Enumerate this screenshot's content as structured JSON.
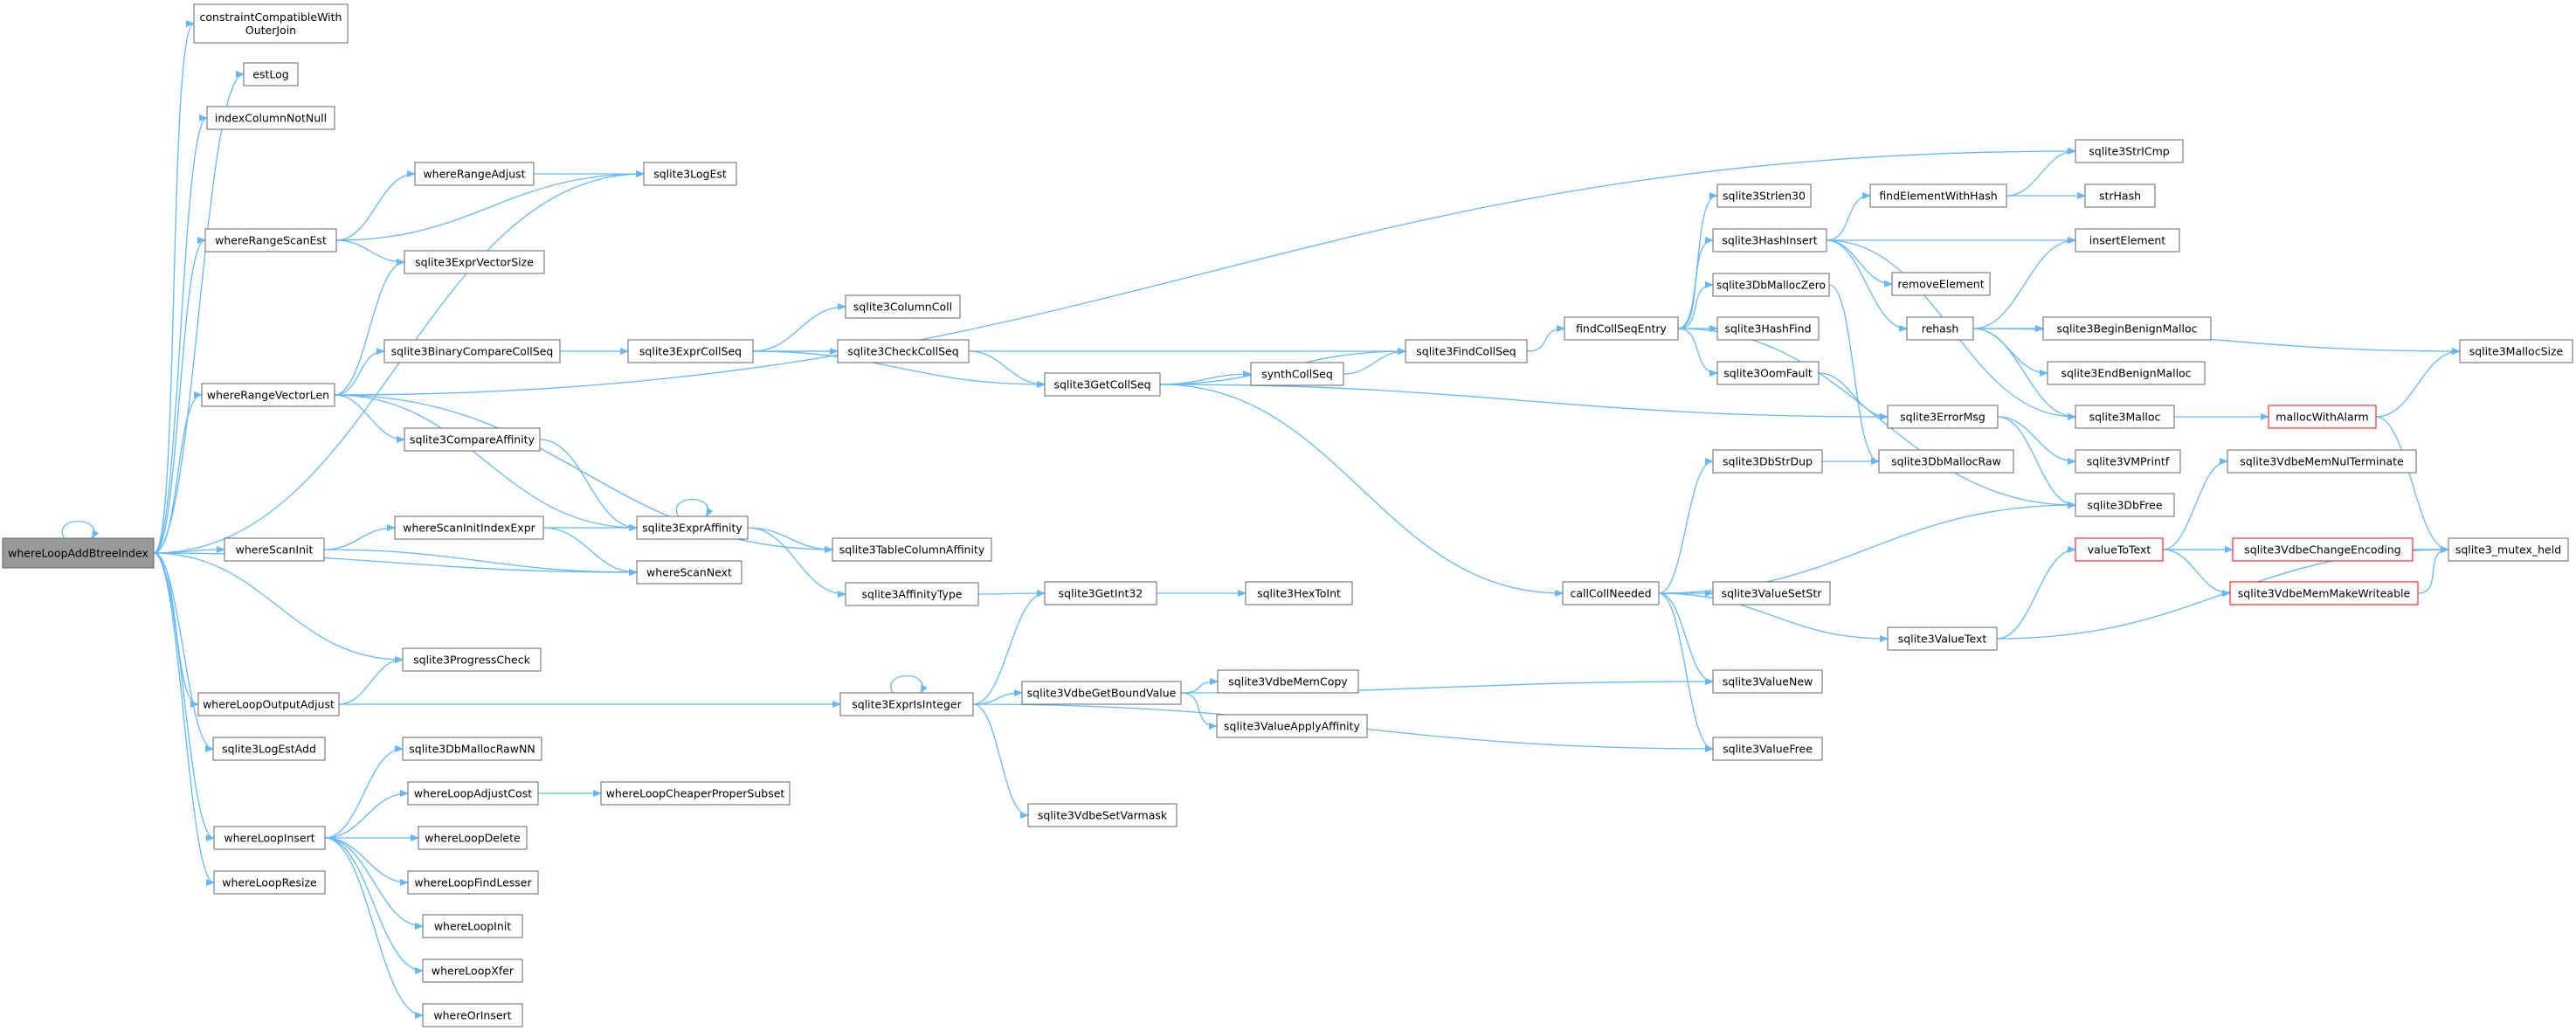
{
  "colors": {
    "edge": "#63b8ff",
    "node_border": "#666666",
    "node_fill": "#ffffff",
    "highlight_fill": "#999999",
    "truncated_border": "#ff0000",
    "text": "#000000"
  },
  "nodes": [
    {
      "id": "whereLoopAddBtreeIndex",
      "lines": [
        "whereLoopAddBtreeIndex"
      ],
      "style": "highlight"
    },
    {
      "id": "constraintCompatibleWithOuterJoin",
      "lines": [
        "constraintCompatibleWith",
        "OuterJoin"
      ]
    },
    {
      "id": "estLog",
      "lines": [
        "estLog"
      ]
    },
    {
      "id": "indexColumnNotNull",
      "lines": [
        "indexColumnNotNull"
      ]
    },
    {
      "id": "whereRangeAdjust",
      "lines": [
        "whereRangeAdjust"
      ]
    },
    {
      "id": "sqlite3LogEst",
      "lines": [
        "sqlite3LogEst"
      ]
    },
    {
      "id": "whereRangeScanEst",
      "lines": [
        "whereRangeScanEst"
      ]
    },
    {
      "id": "sqlite3ExprVectorSize",
      "lines": [
        "sqlite3ExprVectorSize"
      ]
    },
    {
      "id": "whereRangeVectorLen",
      "lines": [
        "whereRangeVectorLen"
      ]
    },
    {
      "id": "sqlite3BinaryCompareCollSeq",
      "lines": [
        "sqlite3BinaryCompareCollSeq"
      ]
    },
    {
      "id": "sqlite3CompareAffinity",
      "lines": [
        "sqlite3CompareAffinity"
      ]
    },
    {
      "id": "whereScanInit",
      "lines": [
        "whereScanInit"
      ]
    },
    {
      "id": "whereScanInitIndexExpr",
      "lines": [
        "whereScanInitIndexExpr"
      ]
    },
    {
      "id": "sqlite3ExprAffinity",
      "lines": [
        "sqlite3ExprAffinity"
      ]
    },
    {
      "id": "whereScanNext",
      "lines": [
        "whereScanNext"
      ]
    },
    {
      "id": "sqlite3TableColumnAffinity",
      "lines": [
        "sqlite3TableColumnAffinity"
      ]
    },
    {
      "id": "sqlite3AffinityType",
      "lines": [
        "sqlite3AffinityType"
      ]
    },
    {
      "id": "sqlite3ExprCollSeq",
      "lines": [
        "sqlite3ExprCollSeq"
      ]
    },
    {
      "id": "sqlite3ColumnColl",
      "lines": [
        "sqlite3ColumnColl"
      ]
    },
    {
      "id": "sqlite3CheckCollSeq",
      "lines": [
        "sqlite3CheckCollSeq"
      ]
    },
    {
      "id": "sqlite3GetCollSeq",
      "lines": [
        "sqlite3GetCollSeq"
      ]
    },
    {
      "id": "synthCollSeq",
      "lines": [
        "synthCollSeq"
      ]
    },
    {
      "id": "sqlite3FindCollSeq",
      "lines": [
        "sqlite3FindCollSeq"
      ]
    },
    {
      "id": "findCollSeqEntry",
      "lines": [
        "findCollSeqEntry"
      ]
    },
    {
      "id": "sqlite3Strlen30",
      "lines": [
        "sqlite3Strlen30"
      ]
    },
    {
      "id": "sqlite3HashInsert",
      "lines": [
        "sqlite3HashInsert"
      ]
    },
    {
      "id": "sqlite3DbMallocZero",
      "lines": [
        "sqlite3DbMallocZero"
      ]
    },
    {
      "id": "sqlite3HashFind",
      "lines": [
        "sqlite3HashFind"
      ]
    },
    {
      "id": "sqlite3OomFault",
      "lines": [
        "sqlite3OomFault"
      ]
    },
    {
      "id": "findElementWithHash",
      "lines": [
        "findElementWithHash"
      ]
    },
    {
      "id": "removeElement",
      "lines": [
        "removeElement"
      ]
    },
    {
      "id": "rehash",
      "lines": [
        "rehash"
      ]
    },
    {
      "id": "sqlite3StrICmp",
      "lines": [
        "sqlite3StrICmp"
      ]
    },
    {
      "id": "strHash",
      "lines": [
        "strHash"
      ]
    },
    {
      "id": "insertElement",
      "lines": [
        "insertElement"
      ]
    },
    {
      "id": "sqlite3BeginBenignMalloc",
      "lines": [
        "sqlite3BeginBenignMalloc"
      ]
    },
    {
      "id": "sqlite3EndBenignMalloc",
      "lines": [
        "sqlite3EndBenignMalloc"
      ]
    },
    {
      "id": "sqlite3Malloc",
      "lines": [
        "sqlite3Malloc"
      ]
    },
    {
      "id": "sqlite3MallocSize",
      "lines": [
        "sqlite3MallocSize"
      ]
    },
    {
      "id": "mallocWithAlarm",
      "lines": [
        "mallocWithAlarm"
      ],
      "style": "truncated"
    },
    {
      "id": "sqlite3ErrorMsg",
      "lines": [
        "sqlite3ErrorMsg"
      ]
    },
    {
      "id": "sqlite3VMPrintf",
      "lines": [
        "sqlite3VMPrintf"
      ]
    },
    {
      "id": "sqlite3DbStrDup",
      "lines": [
        "sqlite3DbStrDup"
      ]
    },
    {
      "id": "sqlite3DbMallocRaw",
      "lines": [
        "sqlite3DbMallocRaw"
      ]
    },
    {
      "id": "sqlite3DbFree",
      "lines": [
        "sqlite3DbFree"
      ]
    },
    {
      "id": "sqlite3VdbeMemNulTerminate",
      "lines": [
        "sqlite3VdbeMemNulTerminate"
      ]
    },
    {
      "id": "valueToText",
      "lines": [
        "valueToText"
      ],
      "style": "truncated"
    },
    {
      "id": "sqlite3VdbeChangeEncoding",
      "lines": [
        "sqlite3VdbeChangeEncoding"
      ],
      "style": "truncated"
    },
    {
      "id": "sqlite3_mutex_held",
      "lines": [
        "sqlite3_mutex_held"
      ]
    },
    {
      "id": "sqlite3VdbeMemMakeWriteable",
      "lines": [
        "sqlite3VdbeMemMakeWriteable"
      ],
      "style": "truncated"
    },
    {
      "id": "callCollNeeded",
      "lines": [
        "callCollNeeded"
      ]
    },
    {
      "id": "sqlite3ValueSetStr",
      "lines": [
        "sqlite3ValueSetStr"
      ]
    },
    {
      "id": "sqlite3ValueText",
      "lines": [
        "sqlite3ValueText"
      ]
    },
    {
      "id": "sqlite3ValueNew",
      "lines": [
        "sqlite3ValueNew"
      ]
    },
    {
      "id": "sqlite3ValueFree",
      "lines": [
        "sqlite3ValueFree"
      ]
    },
    {
      "id": "sqlite3GetInt32",
      "lines": [
        "sqlite3GetInt32"
      ]
    },
    {
      "id": "sqlite3HexToInt",
      "lines": [
        "sqlite3HexToInt"
      ]
    },
    {
      "id": "sqlite3ProgressCheck",
      "lines": [
        "sqlite3ProgressCheck"
      ]
    },
    {
      "id": "whereLoopOutputAdjust",
      "lines": [
        "whereLoopOutputAdjust"
      ]
    },
    {
      "id": "sqlite3ExprIsInteger",
      "lines": [
        "sqlite3ExprIsInteger"
      ]
    },
    {
      "id": "sqlite3VdbeGetBoundValue",
      "lines": [
        "sqlite3VdbeGetBoundValue"
      ]
    },
    {
      "id": "sqlite3VdbeMemCopy",
      "lines": [
        "sqlite3VdbeMemCopy"
      ]
    },
    {
      "id": "sqlite3ValueApplyAffinity",
      "lines": [
        "sqlite3ValueApplyAffinity"
      ]
    },
    {
      "id": "sqlite3VdbeSetVarmask",
      "lines": [
        "sqlite3VdbeSetVarmask"
      ]
    },
    {
      "id": "sqlite3LogEstAdd",
      "lines": [
        "sqlite3LogEstAdd"
      ]
    },
    {
      "id": "sqlite3DbMallocRawNN",
      "lines": [
        "sqlite3DbMallocRawNN"
      ]
    },
    {
      "id": "whereLoopAdjustCost",
      "lines": [
        "whereLoopAdjustCost"
      ]
    },
    {
      "id": "whereLoopCheaperProperSubset",
      "lines": [
        "whereLoopCheaperProperSubset"
      ]
    },
    {
      "id": "whereLoopInsert",
      "lines": [
        "whereLoopInsert"
      ]
    },
    {
      "id": "whereLoopDelete",
      "lines": [
        "whereLoopDelete"
      ]
    },
    {
      "id": "whereLoopFindLesser",
      "lines": [
        "whereLoopFindLesser"
      ]
    },
    {
      "id": "whereLoopResize",
      "lines": [
        "whereLoopResize"
      ]
    },
    {
      "id": "whereLoopInit",
      "lines": [
        "whereLoopInit"
      ]
    },
    {
      "id": "whereLoopXfer",
      "lines": [
        "whereLoopXfer"
      ]
    },
    {
      "id": "whereOrInsert",
      "lines": [
        "whereOrInsert"
      ]
    }
  ],
  "edges": [
    [
      "whereLoopAddBtreeIndex",
      "whereLoopAddBtreeIndex"
    ],
    [
      "whereLoopAddBtreeIndex",
      "constraintCompatibleWithOuterJoin"
    ],
    [
      "whereLoopAddBtreeIndex",
      "estLog"
    ],
    [
      "whereLoopAddBtreeIndex",
      "indexColumnNotNull"
    ],
    [
      "whereLoopAddBtreeIndex",
      "sqlite3LogEst"
    ],
    [
      "whereLoopAddBtreeIndex",
      "whereRangeScanEst"
    ],
    [
      "whereLoopAddBtreeIndex",
      "whereRangeVectorLen"
    ],
    [
      "whereLoopAddBtreeIndex",
      "whereScanInit"
    ],
    [
      "whereLoopAddBtreeIndex",
      "whereScanNext"
    ],
    [
      "whereLoopAddBtreeIndex",
      "sqlite3ProgressCheck"
    ],
    [
      "whereLoopAddBtreeIndex",
      "whereLoopOutputAdjust"
    ],
    [
      "whereLoopAddBtreeIndex",
      "sqlite3LogEstAdd"
    ],
    [
      "whereLoopAddBtreeIndex",
      "whereLoopInsert"
    ],
    [
      "whereLoopAddBtreeIndex",
      "whereLoopResize"
    ],
    [
      "whereRangeScanEst",
      "whereRangeAdjust"
    ],
    [
      "whereRangeScanEst",
      "sqlite3LogEst"
    ],
    [
      "whereRangeScanEst",
      "sqlite3ExprVectorSize"
    ],
    [
      "whereRangeAdjust",
      "sqlite3LogEst"
    ],
    [
      "whereRangeVectorLen",
      "sqlite3ExprVectorSize"
    ],
    [
      "whereRangeVectorLen",
      "sqlite3StrICmp"
    ],
    [
      "whereRangeVectorLen",
      "sqlite3BinaryCompareCollSeq"
    ],
    [
      "whereRangeVectorLen",
      "sqlite3CompareAffinity"
    ],
    [
      "whereRangeVectorLen",
      "sqlite3ExprAffinity"
    ],
    [
      "whereRangeVectorLen",
      "sqlite3TableColumnAffinity"
    ],
    [
      "sqlite3BinaryCompareCollSeq",
      "sqlite3ExprCollSeq"
    ],
    [
      "sqlite3CompareAffinity",
      "sqlite3ExprAffinity"
    ],
    [
      "sqlite3ExprAffinity",
      "sqlite3ExprAffinity"
    ],
    [
      "sqlite3ExprAffinity",
      "sqlite3TableColumnAffinity"
    ],
    [
      "sqlite3ExprAffinity",
      "sqlite3AffinityType"
    ],
    [
      "sqlite3AffinityType",
      "sqlite3GetInt32"
    ],
    [
      "whereScanInit",
      "whereScanInitIndexExpr"
    ],
    [
      "whereScanInit",
      "whereScanNext"
    ],
    [
      "whereScanInitIndexExpr",
      "sqlite3ExprAffinity"
    ],
    [
      "whereScanInitIndexExpr",
      "whereScanNext"
    ],
    [
      "sqlite3ExprCollSeq",
      "sqlite3ColumnColl"
    ],
    [
      "sqlite3ExprCollSeq",
      "sqlite3CheckCollSeq"
    ],
    [
      "sqlite3ExprCollSeq",
      "sqlite3GetCollSeq"
    ],
    [
      "sqlite3ExprCollSeq",
      "sqlite3FindCollSeq"
    ],
    [
      "sqlite3CheckCollSeq",
      "sqlite3GetCollSeq"
    ],
    [
      "sqlite3GetCollSeq",
      "synthCollSeq"
    ],
    [
      "sqlite3GetCollSeq",
      "sqlite3FindCollSeq"
    ],
    [
      "sqlite3GetCollSeq",
      "sqlite3ErrorMsg"
    ],
    [
      "sqlite3GetCollSeq",
      "callCollNeeded"
    ],
    [
      "synthCollSeq",
      "sqlite3FindCollSeq"
    ],
    [
      "sqlite3FindCollSeq",
      "findCollSeqEntry"
    ],
    [
      "findCollSeqEntry",
      "sqlite3Strlen30"
    ],
    [
      "findCollSeqEntry",
      "sqlite3HashInsert"
    ],
    [
      "findCollSeqEntry",
      "sqlite3DbMallocZero"
    ],
    [
      "findCollSeqEntry",
      "sqlite3HashFind"
    ],
    [
      "findCollSeqEntry",
      "sqlite3OomFault"
    ],
    [
      "findCollSeqEntry",
      "sqlite3DbFree"
    ],
    [
      "sqlite3HashInsert",
      "findElementWithHash"
    ],
    [
      "sqlite3HashInsert",
      "removeElement"
    ],
    [
      "sqlite3HashInsert",
      "rehash"
    ],
    [
      "sqlite3HashInsert",
      "insertElement"
    ],
    [
      "sqlite3HashInsert",
      "sqlite3Malloc"
    ],
    [
      "findElementWithHash",
      "sqlite3StrICmp"
    ],
    [
      "findElementWithHash",
      "strHash"
    ],
    [
      "rehash",
      "insertElement"
    ],
    [
      "rehash",
      "sqlite3BeginBenignMalloc"
    ],
    [
      "rehash",
      "sqlite3EndBenignMalloc"
    ],
    [
      "rehash",
      "sqlite3Malloc"
    ],
    [
      "rehash",
      "sqlite3MallocSize"
    ],
    [
      "sqlite3Malloc",
      "mallocWithAlarm"
    ],
    [
      "mallocWithAlarm",
      "sqlite3MallocSize"
    ],
    [
      "mallocWithAlarm",
      "sqlite3_mutex_held"
    ],
    [
      "sqlite3DbMallocZero",
      "sqlite3DbMallocRaw"
    ],
    [
      "sqlite3OomFault",
      "sqlite3ErrorMsg"
    ],
    [
      "sqlite3ErrorMsg",
      "sqlite3VMPrintf"
    ],
    [
      "sqlite3ErrorMsg",
      "sqlite3DbFree"
    ],
    [
      "sqlite3DbStrDup",
      "sqlite3DbMallocRaw"
    ],
    [
      "callCollNeeded",
      "sqlite3DbStrDup"
    ],
    [
      "callCollNeeded",
      "sqlite3DbFree"
    ],
    [
      "callCollNeeded",
      "sqlite3ValueSetStr"
    ],
    [
      "callCollNeeded",
      "sqlite3ValueText"
    ],
    [
      "callCollNeeded",
      "sqlite3ValueNew"
    ],
    [
      "callCollNeeded",
      "sqlite3ValueFree"
    ],
    [
      "sqlite3ValueText",
      "valueToText"
    ],
    [
      "sqlite3ValueText",
      "sqlite3_mutex_held"
    ],
    [
      "valueToText",
      "sqlite3VdbeMemNulTerminate"
    ],
    [
      "valueToText",
      "sqlite3VdbeChangeEncoding"
    ],
    [
      "valueToText",
      "sqlite3VdbeMemMakeWriteable"
    ],
    [
      "valueToText",
      "sqlite3_mutex_held"
    ],
    [
      "sqlite3VdbeChangeEncoding",
      "sqlite3_mutex_held"
    ],
    [
      "sqlite3VdbeMemMakeWriteable",
      "sqlite3_mutex_held"
    ],
    [
      "sqlite3GetInt32",
      "sqlite3HexToInt"
    ],
    [
      "whereLoopOutputAdjust",
      "sqlite3ProgressCheck"
    ],
    [
      "whereLoopOutputAdjust",
      "sqlite3ExprIsInteger"
    ],
    [
      "sqlite3ExprIsInteger",
      "sqlite3ExprIsInteger"
    ],
    [
      "sqlite3ExprIsInteger",
      "sqlite3GetInt32"
    ],
    [
      "sqlite3ExprIsInteger",
      "sqlite3VdbeGetBoundValue"
    ],
    [
      "sqlite3ExprIsInteger",
      "sqlite3VdbeSetVarmask"
    ],
    [
      "sqlite3ExprIsInteger",
      "sqlite3ValueFree"
    ],
    [
      "sqlite3VdbeGetBoundValue",
      "sqlite3VdbeMemCopy"
    ],
    [
      "sqlite3VdbeGetBoundValue",
      "sqlite3ValueApplyAffinity"
    ],
    [
      "sqlite3VdbeGetBoundValue",
      "sqlite3ValueNew"
    ],
    [
      "whereLoopInsert",
      "sqlite3DbMallocRawNN"
    ],
    [
      "whereLoopInsert",
      "whereLoopAdjustCost"
    ],
    [
      "whereLoopInsert",
      "whereLoopDelete"
    ],
    [
      "whereLoopInsert",
      "whereLoopFindLesser"
    ],
    [
      "whereLoopInsert",
      "whereLoopInit"
    ],
    [
      "whereLoopInsert",
      "whereLoopXfer"
    ],
    [
      "whereLoopInsert",
      "whereOrInsert"
    ],
    [
      "whereLoopAdjustCost",
      "whereLoopCheaperProperSubset"
    ]
  ]
}
